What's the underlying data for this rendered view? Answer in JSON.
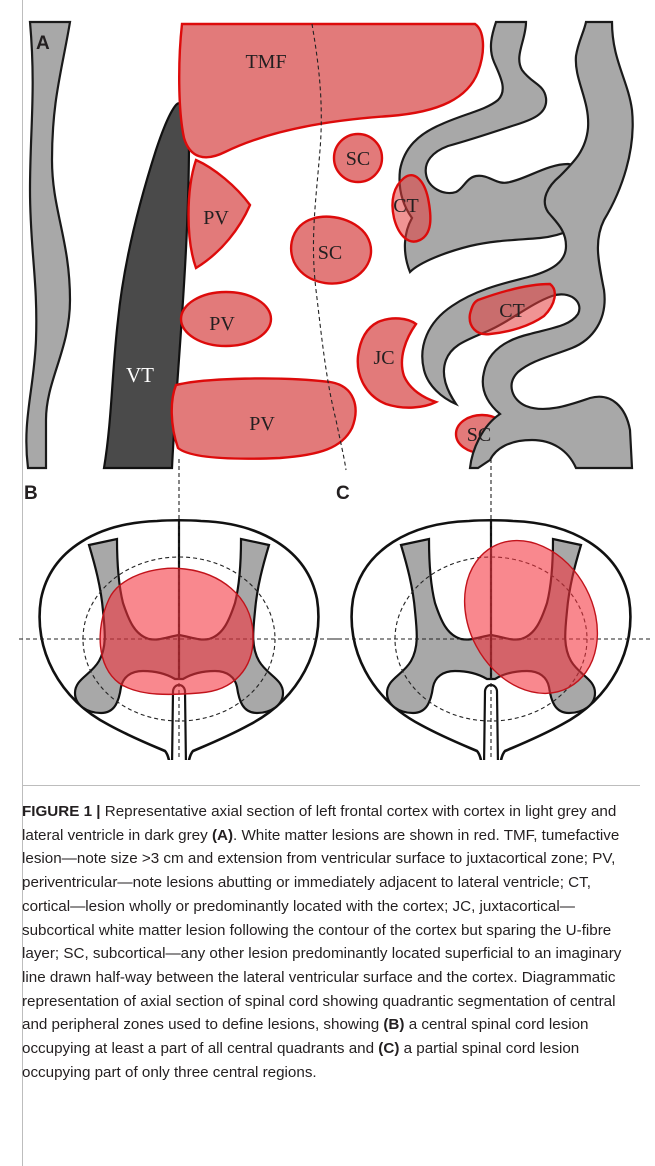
{
  "panel_a": {
    "letter": "A",
    "labels": {
      "tmf": "TMF",
      "vt": "VT",
      "pv_upper": "PV",
      "pv_middle": "PV",
      "pv_lower": "PV",
      "sc_top": "SC",
      "sc_middle": "SC",
      "sc_bottom": "SC",
      "ct_upper": "CT",
      "ct_lower": "CT",
      "jc": "JC"
    }
  },
  "panel_b": {
    "letter": "B"
  },
  "panel_c": {
    "letter": "C"
  },
  "caption": {
    "figure_label": "FIGURE 1 |",
    "p1": " Representative axial section of left frontal cortex with cortex in light grey and lateral ventricle in dark grey ",
    "ref_a": "(A)",
    "p2": ". White matter lesions are shown in red. TMF, tumefactive lesion—note size >3 cm and extension from ventricular surface to juxtacortical zone; PV, periventricular—note lesions abutting or immediately adjacent to lateral ventricle; CT, cortical—lesion wholly or predominantly located with the cortex; JC, juxtacortical—subcortical white matter lesion following the contour of the cortex but sparing the U-fibre layer; SC, subcortical—any other lesion predominantly located superficial to an imaginary line drawn half-way between the lateral ventricular surface and the cortex. Diagrammatic representation of axial section of spinal cord showing quadrantic segmentation of central and peripheral zones used to define lesions, showing ",
    "ref_b": "(B)",
    "p3": " a central spinal cord lesion occupying at least a part of all central quadrants and ",
    "ref_c": "(C)",
    "p4": " a partial spinal cord lesion occupying part of only three central regions."
  },
  "colors": {
    "lesion_fill": "#e27a7a",
    "lesion_stroke": "#dd0b0b",
    "cortex_grey": "#a8a8a8",
    "ventricle_dark_grey": "#4a4a4a"
  }
}
